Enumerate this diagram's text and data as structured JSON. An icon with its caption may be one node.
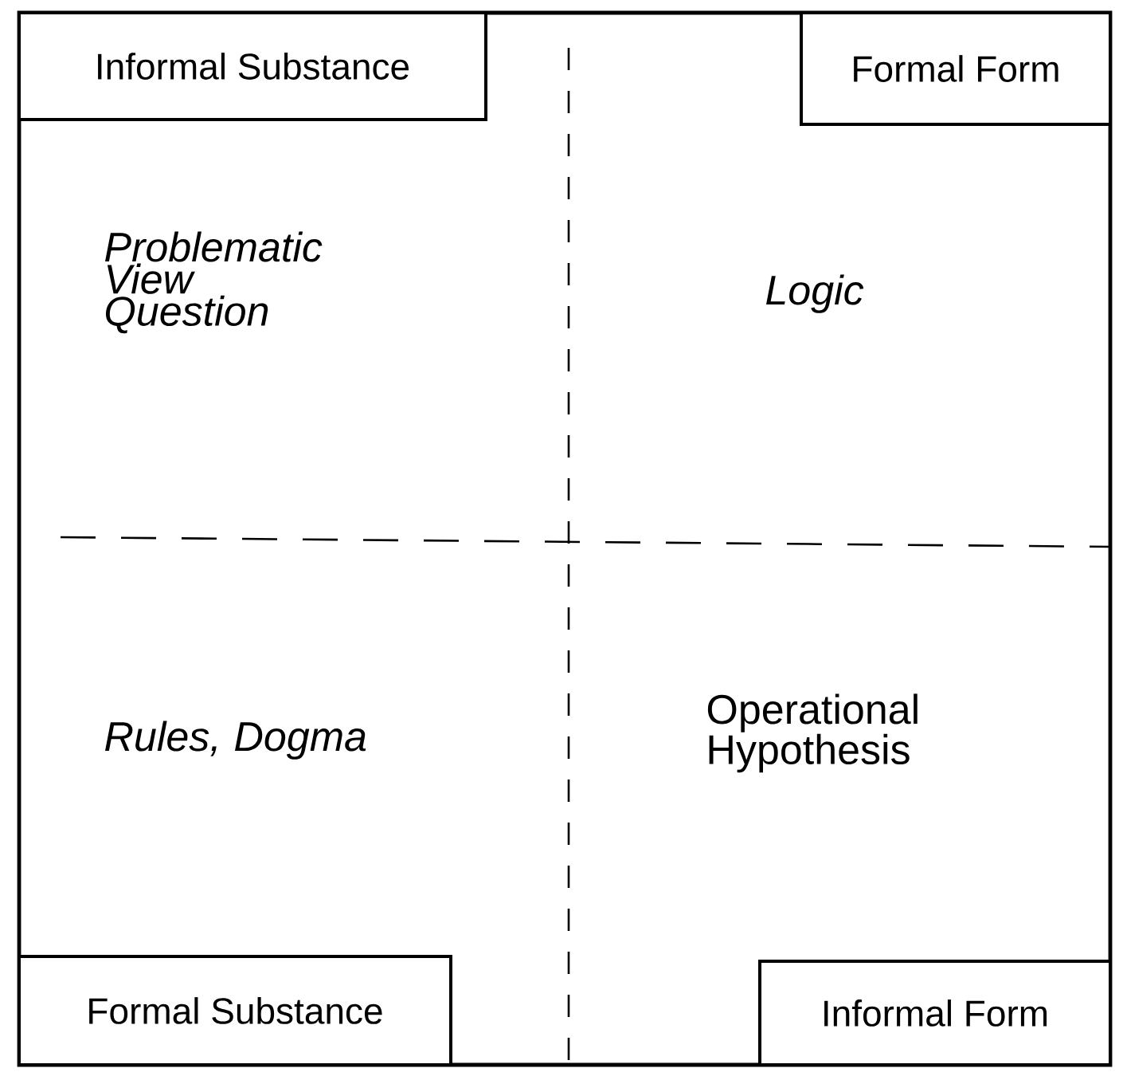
{
  "diagram": {
    "nodes": [
      {
        "text": [],
        "shape": "box"
      },
      {
        "text": [
          "Informal Substance"
        ],
        "in": 0
      },
      {
        "text": [
          "Formal Form"
        ],
        "in": 0
      },
      {
        "text": [
          "Formal Substance"
        ],
        "in": 0
      },
      {
        "text": [
          "Informal Form"
        ],
        "in": 0
      }
    ],
    "labels": [
      "Problematic View Question",
      "Logic",
      "Rules, Dogma",
      "Operational Hypothesis"
    ]
  }
}
